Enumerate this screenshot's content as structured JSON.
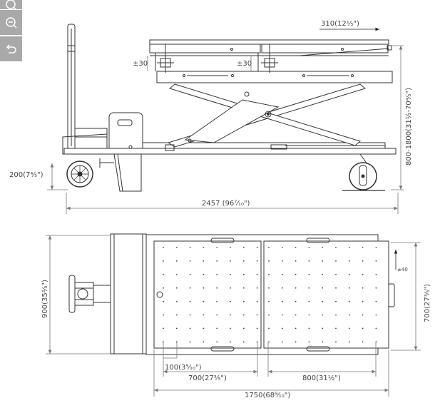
{
  "toolbar": {
    "buttons": [
      {
        "name": "zoom-in",
        "icon": "zoom-in-icon"
      },
      {
        "name": "zoom-out",
        "icon": "zoom-out-icon"
      },
      {
        "name": "reset",
        "icon": "undo-icon"
      }
    ]
  },
  "side_view": {
    "dim_slide": "310(12⅕\")",
    "dim_adjust_left": "±30",
    "dim_adjust_right": "±30",
    "dim_height": "800-1800(31½-70⅘\")",
    "dim_ground": "200(7⅘\")",
    "dim_length": "2457 (96⁷⁄₁₀\")"
  },
  "top_view": {
    "dim_width": "900(35⅖\")",
    "dim_lateral": "±40",
    "dim_table_width": "700(27⅗\")",
    "dim_hole_pitch": "100(3⁹⁄₁₀\")",
    "dim_panel_left": "700(27⅗\")",
    "dim_panel_right": "800(31½\")",
    "dim_table_length": "1750(68⁹⁄₁₀\")"
  }
}
